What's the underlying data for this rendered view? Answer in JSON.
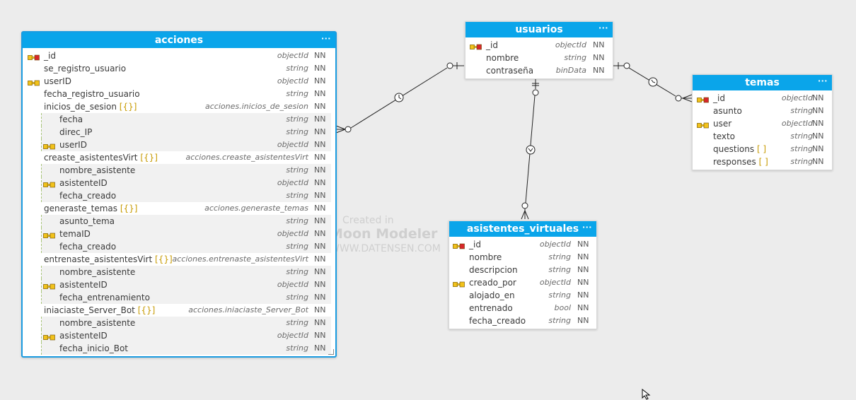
{
  "watermark": {
    "line1": "Created in",
    "line2": "Moon Modeler",
    "line3": "WWW.DATENSEN.COM"
  },
  "tables": {
    "acciones": {
      "title": "acciones",
      "menu": "···",
      "rows": [
        {
          "icon": "pk-fk",
          "name": "_id",
          "type": "objectId",
          "nn": "NN"
        },
        {
          "name": "se_registro_usuario",
          "type": "string",
          "nn": "NN"
        },
        {
          "icon": "fk",
          "name": "userID",
          "type": "objectId",
          "nn": "NN"
        },
        {
          "name": "fecha_registro_usuario",
          "type": "string",
          "nn": "NN"
        },
        {
          "name": "inicios_de_sesion",
          "suffix": "[{}]",
          "type": "acciones.inicios_de_sesion",
          "nn": "NN"
        },
        {
          "sub": true,
          "name": "fecha",
          "type": "string",
          "nn": "NN"
        },
        {
          "sub": true,
          "name": "direc_IP",
          "type": "string",
          "nn": "NN"
        },
        {
          "sub": true,
          "icon": "fk",
          "name": "userID",
          "type": "objectId",
          "nn": "NN"
        },
        {
          "name": "creaste_asistentesVirt",
          "suffix": "[{}]",
          "type": "acciones.creaste_asistentesVirt",
          "nn": "NN"
        },
        {
          "sub": true,
          "name": "nombre_asistente",
          "type": "string",
          "nn": "NN"
        },
        {
          "sub": true,
          "icon": "fk",
          "name": "asistenteID",
          "type": "objectId",
          "nn": "NN"
        },
        {
          "sub": true,
          "name": "fecha_creado",
          "type": "string",
          "nn": "NN"
        },
        {
          "name": "generaste_temas",
          "suffix": "[{}]",
          "type": "acciones.generaste_temas",
          "nn": "NN"
        },
        {
          "sub": true,
          "name": "asunto_tema",
          "type": "string",
          "nn": "NN"
        },
        {
          "sub": true,
          "icon": "fk",
          "name": "temaID",
          "type": "objectId",
          "nn": "NN"
        },
        {
          "sub": true,
          "name": "fecha_creado",
          "type": "string",
          "nn": "NN"
        },
        {
          "name": "entrenaste_asistentesVirt",
          "suffix": "[{}]",
          "type": "acciones.entrenaste_asistentesVirt",
          "nn": "NN"
        },
        {
          "sub": true,
          "name": "nombre_asistente",
          "type": "string",
          "nn": "NN"
        },
        {
          "sub": true,
          "icon": "fk",
          "name": "asistenteID",
          "type": "objectId",
          "nn": "NN"
        },
        {
          "sub": true,
          "name": "fecha_entrenamiento",
          "type": "string",
          "nn": "NN"
        },
        {
          "name": "iniaciaste_Server_Bot",
          "suffix": "[{}]",
          "type": "acciones.iniaciaste_Server_Bot",
          "nn": "NN"
        },
        {
          "sub": true,
          "name": "nombre_asistente",
          "type": "string",
          "nn": "NN"
        },
        {
          "sub": true,
          "icon": "fk",
          "name": "asistenteID",
          "type": "objectId",
          "nn": "NN"
        },
        {
          "sub": true,
          "name": "fecha_inicio_Bot",
          "type": "string",
          "nn": "NN"
        }
      ]
    },
    "usuarios": {
      "title": "usuarios",
      "menu": "···",
      "rows": [
        {
          "icon": "pk-fk",
          "name": "_id",
          "type": "objectId",
          "nn": "NN"
        },
        {
          "name": "nombre",
          "type": "string",
          "nn": "NN"
        },
        {
          "name": "contraseña",
          "type": "binData",
          "nn": "NN"
        }
      ]
    },
    "temas": {
      "title": "temas",
      "menu": "···",
      "rows": [
        {
          "icon": "pk-fk",
          "name": "_id",
          "type": "objectId",
          "nn": "NN"
        },
        {
          "name": "asunto",
          "type": "string",
          "nn": "NN"
        },
        {
          "icon": "fk",
          "name": "user",
          "type": "objectId",
          "nn": "NN"
        },
        {
          "name": "texto",
          "type": "string",
          "nn": "NN"
        },
        {
          "name": "questions",
          "suffix": "[ ]",
          "type": "string",
          "nn": "NN"
        },
        {
          "name": "responses",
          "suffix": "[ ]",
          "type": "string",
          "nn": "NN"
        }
      ]
    },
    "asistentes_virtuales": {
      "title": "asistentes_virtuales",
      "menu": "···",
      "rows": [
        {
          "icon": "pk-fk",
          "name": "_id",
          "type": "objectId",
          "nn": "NN"
        },
        {
          "name": "nombre",
          "type": "string",
          "nn": "NN"
        },
        {
          "name": "descripcion",
          "type": "string",
          "nn": "NN"
        },
        {
          "icon": "fk",
          "name": "creado_por",
          "type": "objectId",
          "nn": "NN"
        },
        {
          "name": "alojado_en",
          "type": "string",
          "nn": "NN"
        },
        {
          "name": "entrenado",
          "type": "bool",
          "nn": "NN"
        },
        {
          "name": "fecha_creado",
          "type": "string",
          "nn": "NN"
        }
      ]
    }
  },
  "colors": {
    "header": "#0aa5ea",
    "selected_border": "#1a9be0",
    "key_gold": "#f2c21a",
    "key_red": "#d8262b"
  },
  "icons": {
    "pk-fk": "key-pk-fk-icon",
    "fk": "key-fk-icon",
    "menu": "table-menu-icon"
  }
}
